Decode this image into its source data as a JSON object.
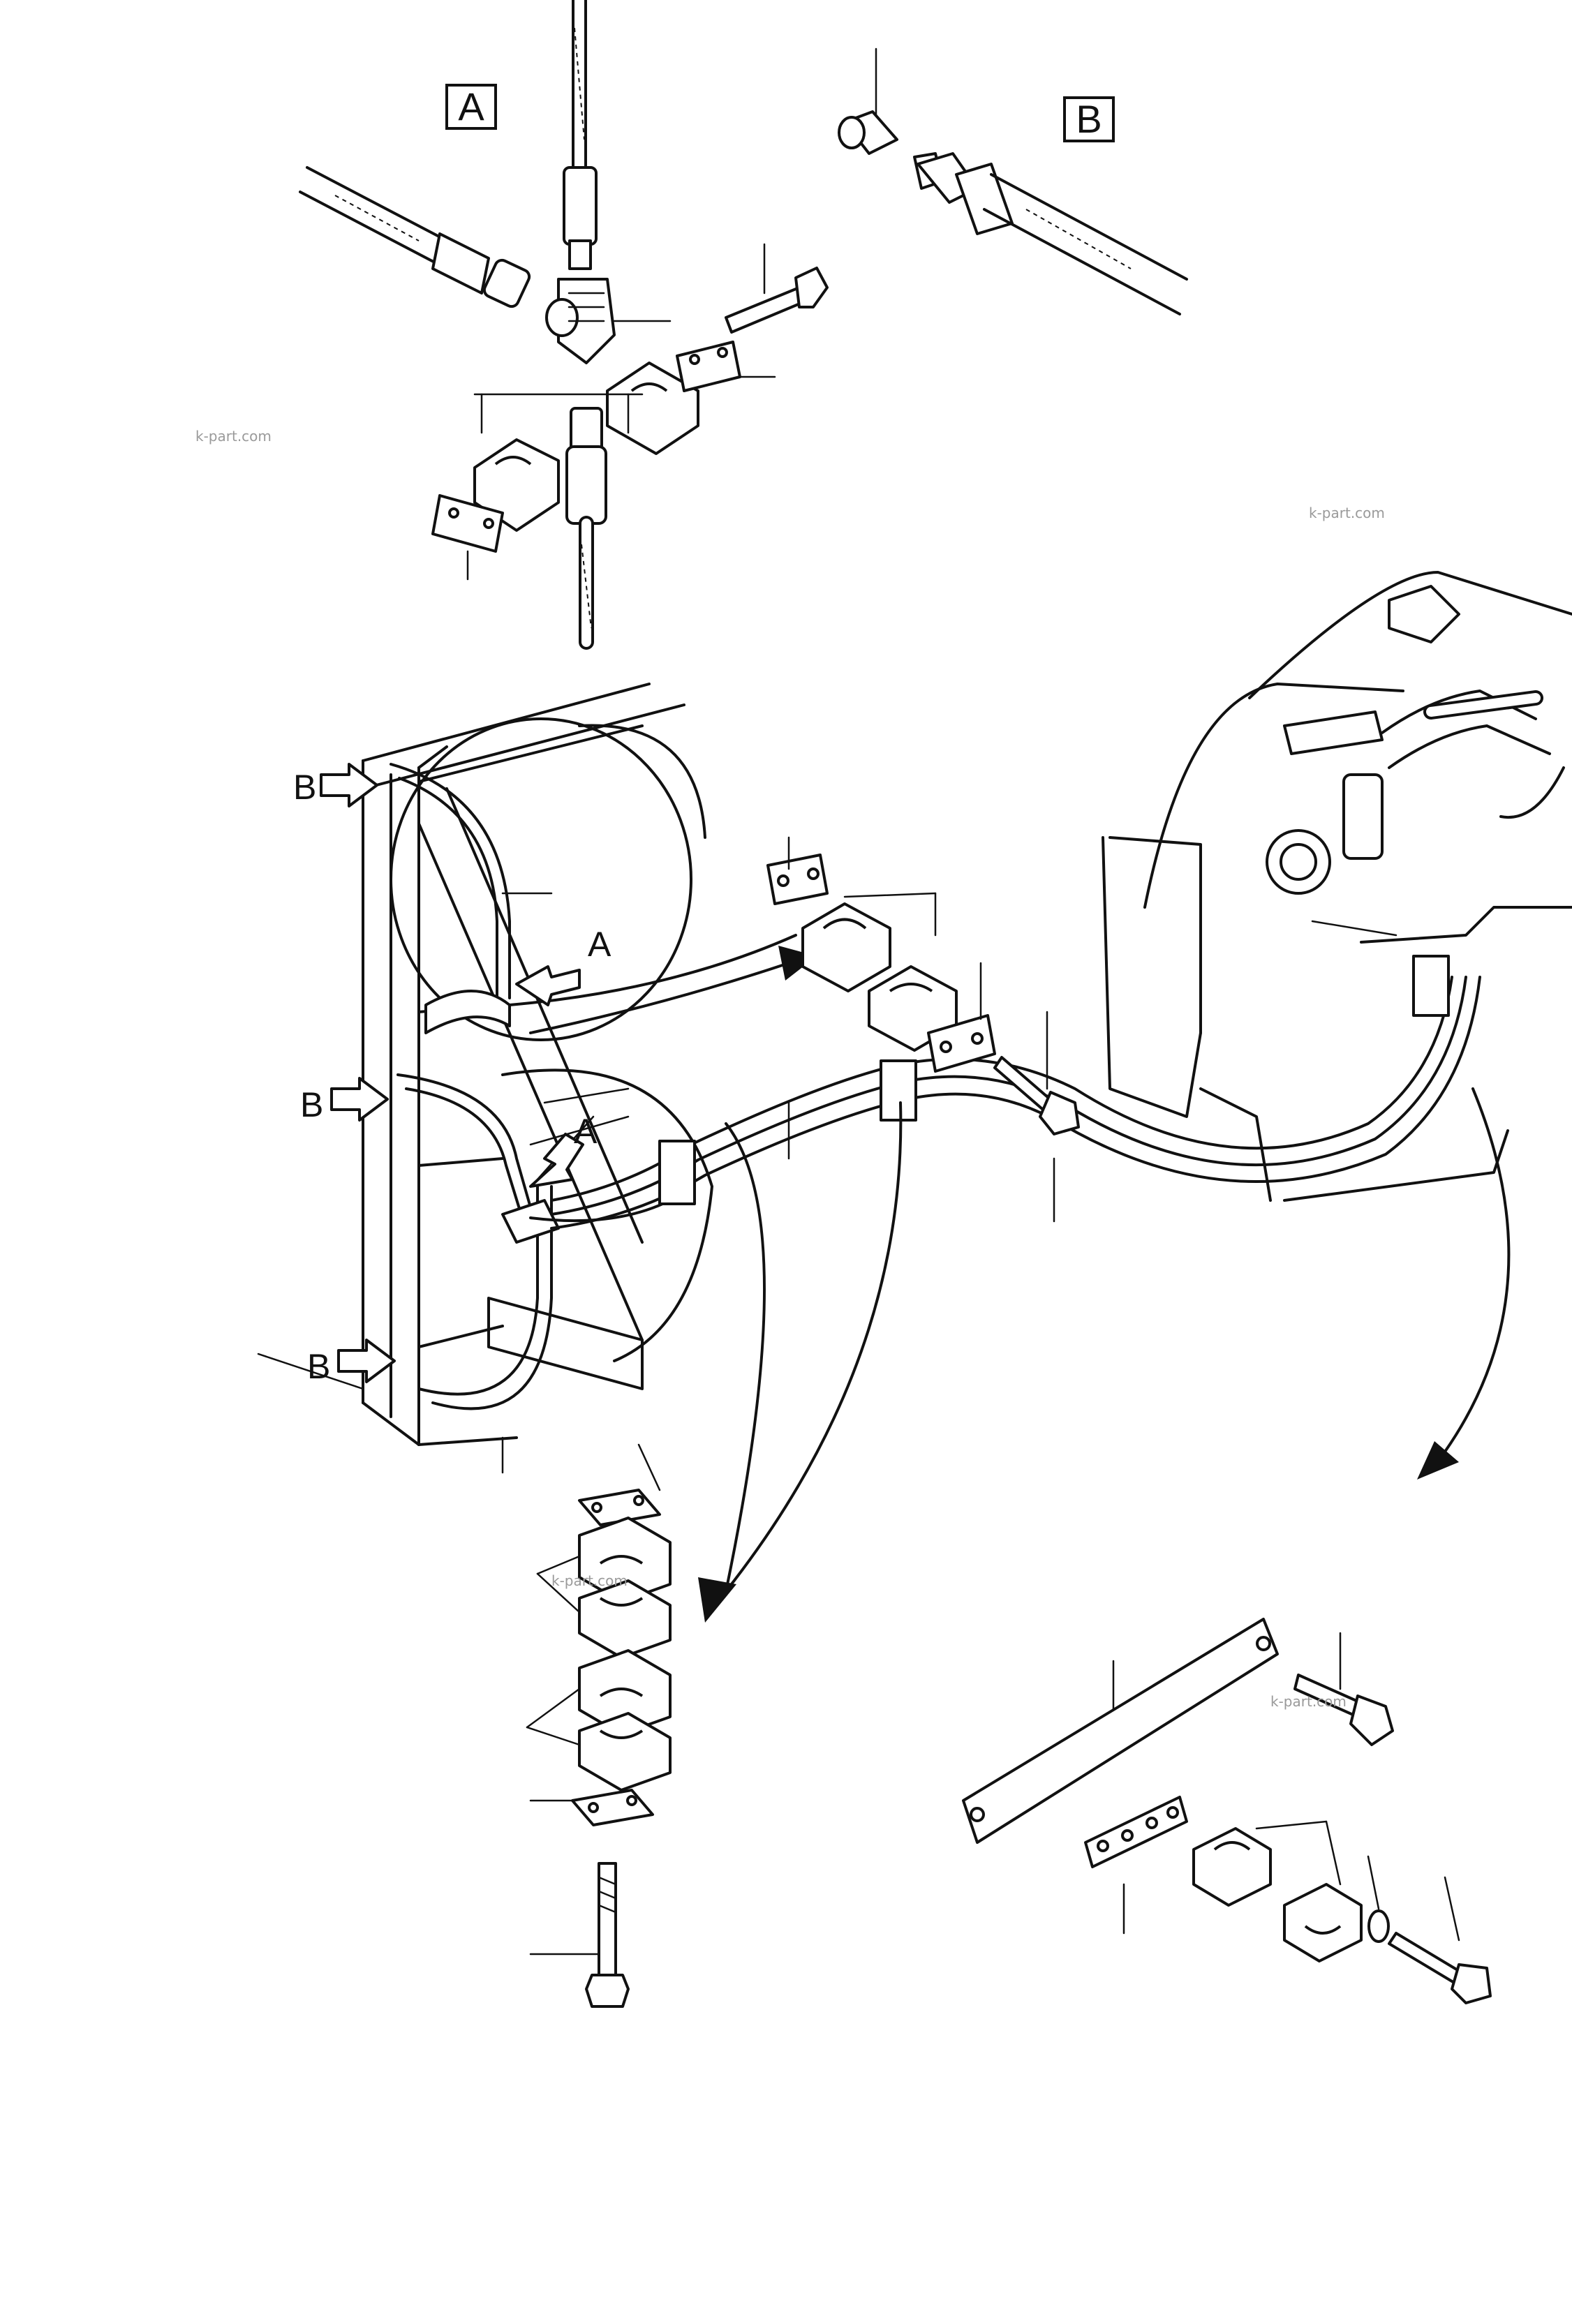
{
  "detail_labels": {
    "detail_a": "A",
    "detail_b": "B"
  },
  "arrow_labels": {
    "b_upper": "B",
    "a_upper": "A",
    "b_middle": "B",
    "a_lower": "A",
    "b_lower": "B"
  },
  "watermarks": [
    "k-part.com",
    "k-part.com",
    "k-part.com",
    "k-part.com"
  ],
  "colors": {
    "ink": "#111111",
    "paper": "#ffffff",
    "watermark": "#9a9a9a"
  }
}
